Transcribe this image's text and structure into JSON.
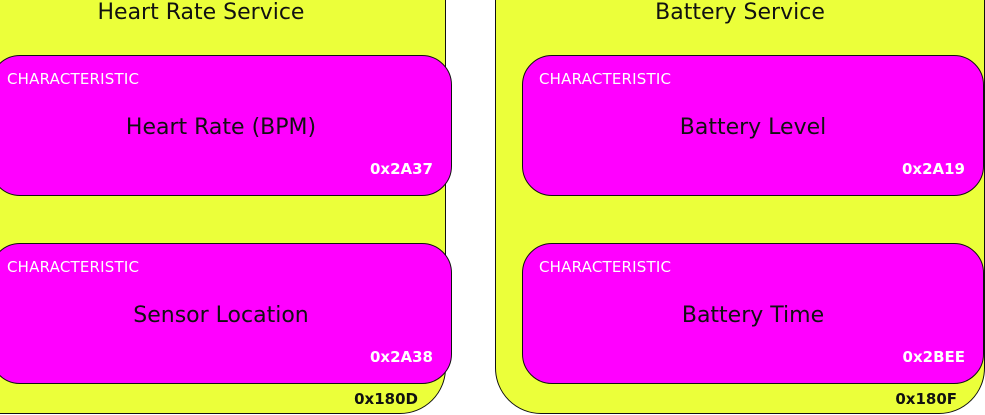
{
  "colors": {
    "service_fill": "#EBFF3A",
    "characteristic_fill": "#FF00FF",
    "outline": "#111111",
    "light_text": "#FFFFFF"
  },
  "services": [
    {
      "name": "Heart Rate Service",
      "uuid": "0x180D",
      "characteristics": [
        {
          "tag": "CHARACTERISTIC",
          "name": "Heart Rate (BPM)",
          "uuid": "0x2A37"
        },
        {
          "tag": "CHARACTERISTIC",
          "name": "Sensor Location",
          "uuid": "0x2A38"
        }
      ]
    },
    {
      "name": "Battery Service",
      "uuid": "0x180F",
      "characteristics": [
        {
          "tag": "CHARACTERISTIC",
          "name": "Battery Level",
          "uuid": "0x2A19"
        },
        {
          "tag": "CHARACTERISTIC",
          "name": "Battery Time",
          "uuid": "0x2BEE"
        }
      ]
    }
  ]
}
